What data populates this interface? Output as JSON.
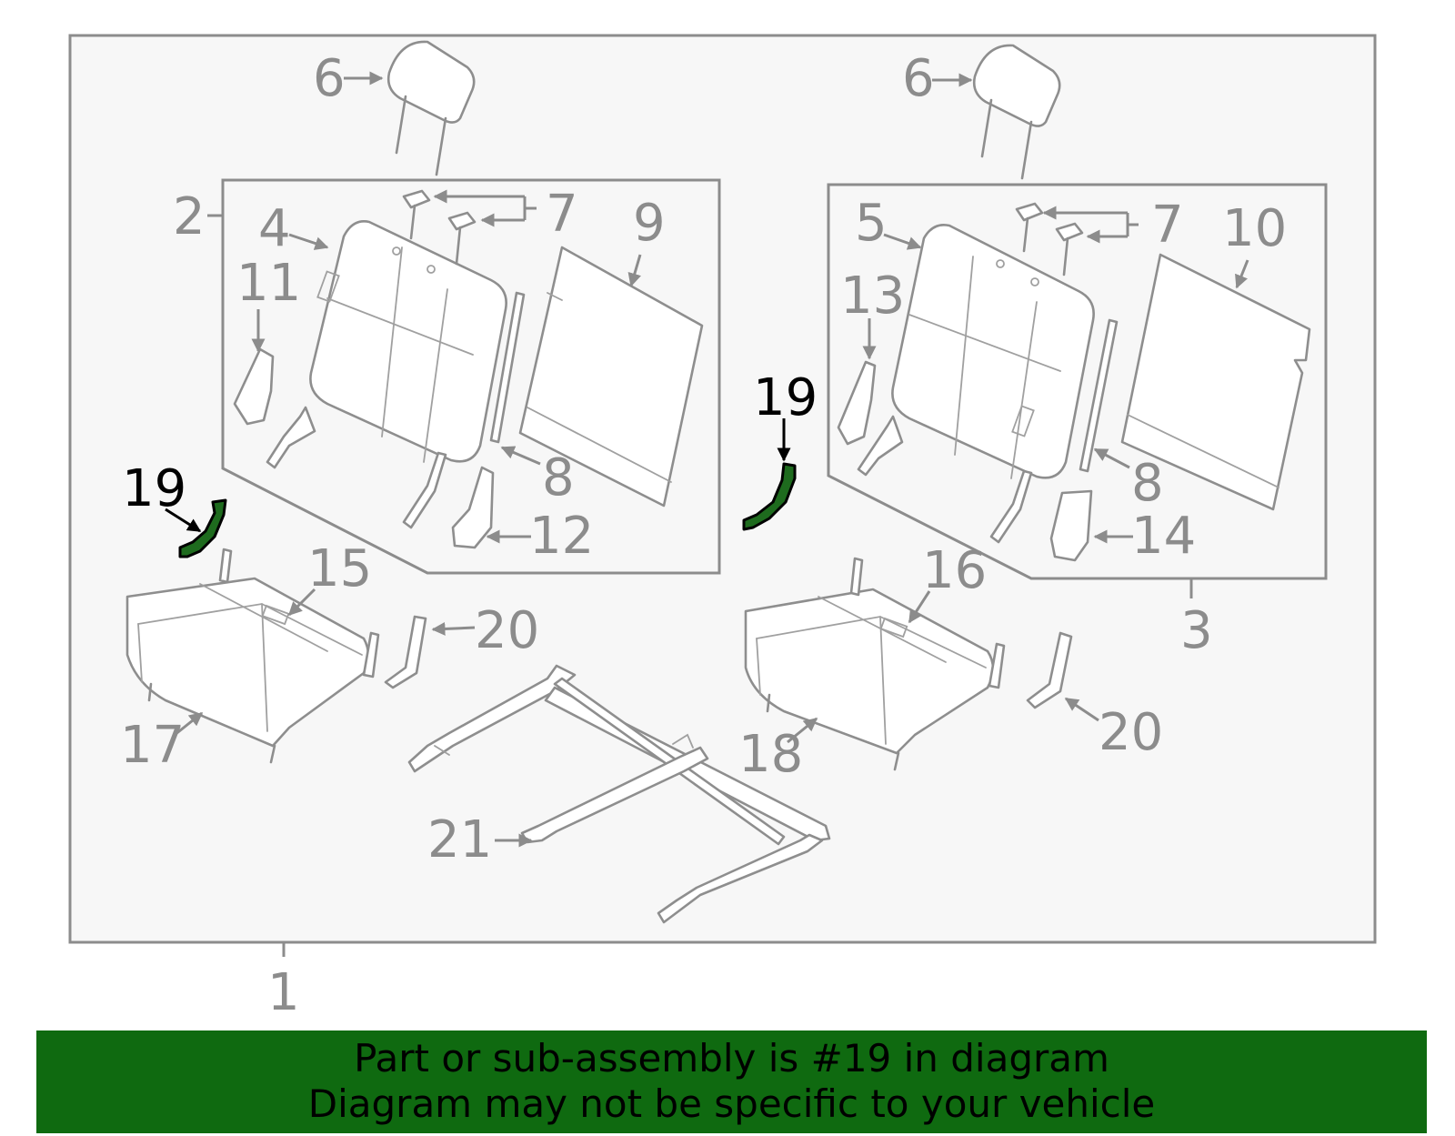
{
  "diagram": {
    "callouts": {
      "c1": "1",
      "c2": "2",
      "c3": "3",
      "c4": "4",
      "c5": "5",
      "c6a": "6",
      "c6b": "6",
      "c7a": "7",
      "c7b": "7",
      "c8a": "8",
      "c8b": "8",
      "c9": "9",
      "c10": "10",
      "c11": "11",
      "c12": "12",
      "c13": "13",
      "c14": "14",
      "c15": "15",
      "c16": "16",
      "c17": "17",
      "c18": "18",
      "c19a": "19",
      "c19b": "19",
      "c20a": "20",
      "c20b": "20",
      "c21": "21"
    },
    "highlight_color": "#1e6b1e"
  },
  "banner": {
    "line1": "Part or sub-assembly is #19 in diagram",
    "line2": "Diagram may not be specific to your vehicle",
    "background": "#0f6a10"
  }
}
